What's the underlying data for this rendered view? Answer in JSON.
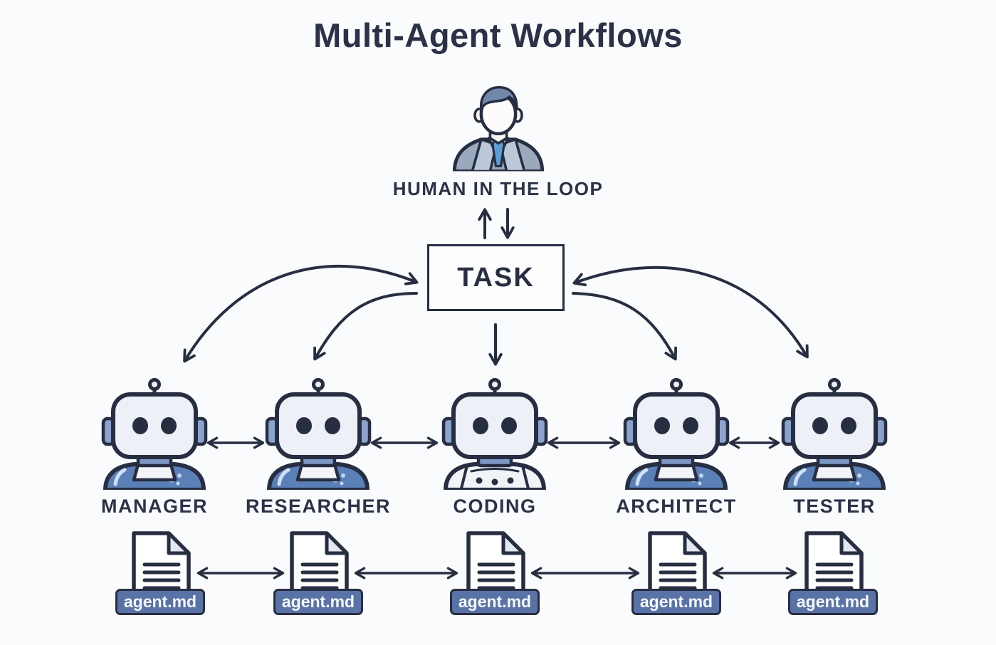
{
  "title": "Multi-Agent Workflows",
  "human": {
    "label": "HUMAN IN THE LOOP",
    "icon": "business-person-icon"
  },
  "task": {
    "label": "TASK"
  },
  "agents": [
    {
      "label": "MANAGER",
      "file": "agent.md",
      "robot": "blue"
    },
    {
      "label": "RESEARCHER",
      "file": "agent.md",
      "robot": "blue"
    },
    {
      "label": "CODING",
      "file": "agent.md",
      "robot": "white"
    },
    {
      "label": "ARCHITECT",
      "file": "agent.md",
      "robot": "blue"
    },
    {
      "label": "TESTER",
      "file": "agent.md",
      "robot": "blue"
    }
  ],
  "connections": {
    "human_task": "bidirectional",
    "task_to_agents": [
      "MANAGER",
      "RESEARCHER",
      "CODING",
      "ARCHITECT",
      "TESTER"
    ],
    "agent_peer_links": "bidirectional",
    "file_peer_links": "bidirectional"
  },
  "colors": {
    "background": "#fafbfc",
    "ink": "#272e42",
    "robot_body_blue": "#5b80b8",
    "robot_head": "#edf0f6",
    "badge_fill": "#5a73a6",
    "badge_text": "#f6f8fc",
    "tie_blue": "#5c9fd8"
  }
}
